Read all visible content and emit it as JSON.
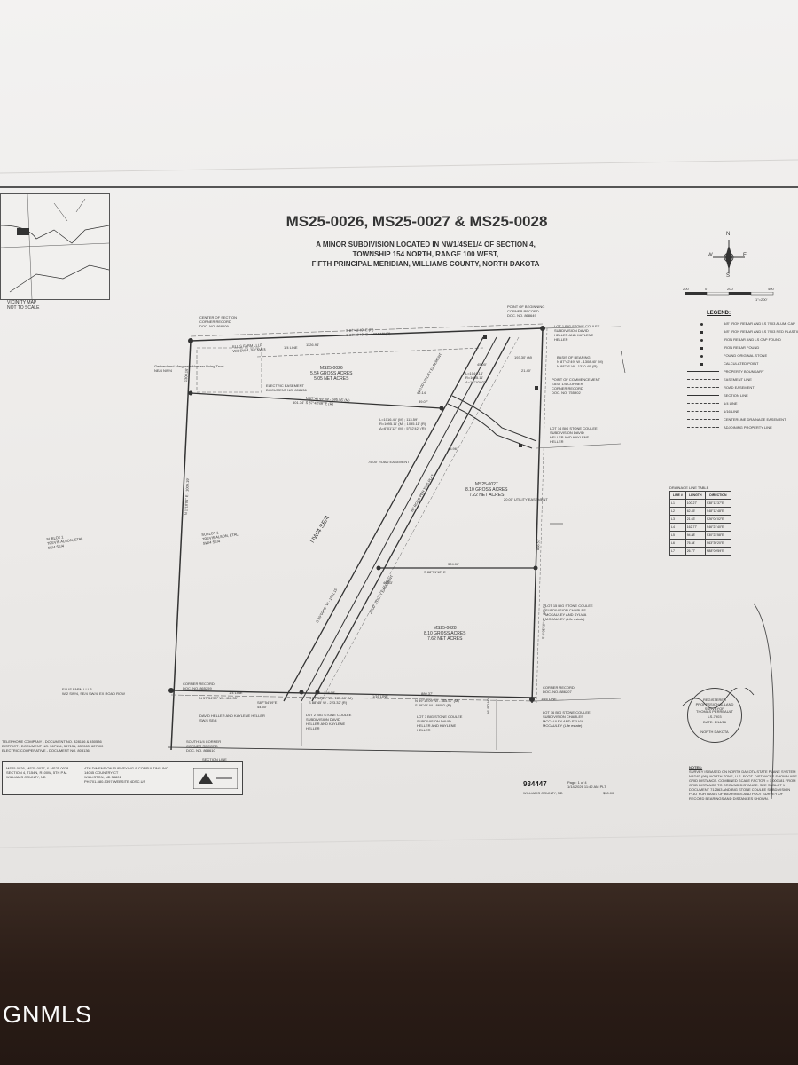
{
  "header": {
    "title": "MS25-0026, MS25-0027 & MS25-0028",
    "subtitle_lines": [
      "A MINOR SUBDIVISION LOCATED IN NW1/4SE1/4 OF SECTION 4,",
      "TOWNSHIP 154 NORTH, RANGE 100 WEST,",
      "FIFTH PRINCIPAL MERIDIAN, WILLIAMS COUNTY, NORTH DAKOTA"
    ]
  },
  "vicinity_map": {
    "label": "VICINITY MAP",
    "sub": "NOT TO SCALE"
  },
  "compass": {
    "n": "N",
    "s": "S",
    "e": "E",
    "w": "W"
  },
  "scale": {
    "ticks": [
      "200",
      "0",
      "200",
      "400"
    ],
    "note": "1\"=200'"
  },
  "legend": {
    "title": "LEGEND:",
    "items": [
      "5/8\" IRON REBAR AND LS 7903 ALUM. CAP",
      "5/8\" IRON REBAR AND LS 7903 RED PLASTIC",
      "IRON REBAR AND LS CAP FOUND",
      "IRON REBAR FOUND",
      "FOUND ORIGINAL STONE",
      "CALCULATED POINT",
      "PROPERTY BOUNDARY",
      "EASEMENT LINE",
      "ROAD EASEMENT",
      "SECTION LINE",
      "1/4 LINE",
      "1/16 LINE",
      "CENTERLINE DRAINAGE EASEMENT",
      "ADJOINING PROPERTY LINE"
    ]
  },
  "drainage_table": {
    "title": "DRAINAGE LINE TABLE",
    "headers": [
      "LINE #",
      "LENGTH",
      "DIRECTION"
    ],
    "rows": [
      [
        "L1",
        "100.27'",
        "S38°13'37\"E"
      ],
      [
        "L2",
        "62.45'",
        "S48°12'48\"E"
      ],
      [
        "L3",
        "21.63'",
        "S26°04'02\"E"
      ],
      [
        "L4",
        "162.77'",
        "S46°21'40\"E"
      ],
      [
        "L5",
        "94.88'",
        "S30°23'58\"E"
      ],
      [
        "L6",
        "76.34'",
        "S63°39'20\"E"
      ],
      [
        "L7",
        "26.77'",
        "N88°09'59\"E"
      ]
    ]
  },
  "parcels": {
    "p26": {
      "name": "MS25-0026",
      "gross": "5.54 GROSS ACRES",
      "net": "5.05 NET ACRES"
    },
    "p27": {
      "name": "MS25-0027",
      "gross": "8.10 GROSS ACRES",
      "net": "7.22 NET ACRES"
    },
    "p28": {
      "name": "MS25-0028",
      "gross": "8.10 GROSS ACRES",
      "net": "7.62 NET ACRES"
    }
  },
  "labels": {
    "nw4_se4": "NW/4 SE/4",
    "quarter_line": "1/4 LINE",
    "sixteenth_line": "1/16 LINE",
    "section_line": "SECTION LINE",
    "center_of_section": "CENTER OF SECTION",
    "corner_record": "CORNER RECORD",
    "doc_center": "DOC. NO. 868609",
    "point_of_beginning": "POINT OF BEGINNING",
    "corner_record_poc": "CORNER RECORD",
    "doc_pob": "DOC. NO. 868649",
    "basis_of_bearing": "BASIS OF BEARING",
    "point_of_commencement": "POINT OF COMMENCEMENT",
    "east_quarter_corner": "EAST 1/4 CORNER",
    "doc_east": "DOC. NO. 755902",
    "electric_easement": "ELECTRIC EASEMENT",
    "electric_doc": "DOCUMENT NO. 808136",
    "ellis_farm_top": "ELLIS FARM LLLP",
    "ellis_farm_top_desc": "W/2 SW/4, S/2 NW/4",
    "ellis_farm_bottom": "ELLIS FARM LLLP",
    "ellis_farm_bottom_desc": "W/2 SW/4, SE/4 SW/4, EX ROAD ROW",
    "gerhard": "Gerhard and Margarete Hoetzer Living Trust",
    "gerhard_desc": "NE/4 NW/4",
    "sublot_a": "SUBLOT 1",
    "sublot_a_owner": "TREVIS ALSON, ETAL",
    "sublot_a_desc": "SE/4 SE/4",
    "sublot_b": "SUBLOT 1",
    "sublot_b_owner": "TREVIS ALSON, ETAL",
    "sublot_b_desc": "SW/4 SE/4",
    "lot1": "LOT 1 BIG STONE COULEE SUBDIVISION DAVID HELLER AND KAYLENE HELLER",
    "lot14": "LOT 14 BIG STONE COULEE SUBDIVISION DAVID HELLER AND KAYLENE HELLER",
    "lot15": "LOT 15 BIG STONE COULEE SUBDIVISION CHARLES MCCAULEY AND SYLVIA MCCAULEY (Life estate)",
    "lot16": "LOT 16 BIG STONE COULEE SUBDIVISION CHARLES MCCAULEY AND SYLVIA MCCAULEY (Life estate)",
    "lot2": "LOT 2 BIG STONE COULEE SUBDIVISION DAVID HELLER AND KAYLENE HELLER",
    "lot3": "LOT 3 BIG STONE COULEE SUBDIVISION DAVID HELLER AND KAYLENE HELLER",
    "david_heller": "DAVID HELLER AND KAYLENE HELLER",
    "david_heller_desc": "SW/4 SE/4",
    "south_corner": "SOUTH 1/4 CORNER",
    "south_doc": "DOC. NO. 868610",
    "corner_record_sw": "CORNER RECORD",
    "doc_sw": "DOC. NO. 865259",
    "corner_record_se": "CORNER RECORD",
    "doc_se": "DOC. NO. 886207",
    "road_easement": "75.00' ROAD EASEMENT",
    "utility_easement_a": "20.00' UTILITY EASEMENT",
    "utility_easement_b": "20.00' UTILITY EASEMENT",
    "utility_easement_c": "20.00' UTILITY EASEMENT",
    "road_per_plat": "66' ROAD PER THIS PLAT",
    "road_tag": "66' ROAD",
    "utilities_note_1": "TELEPHONE COMPANY - DOCUMENT NO. 328166 & 450536",
    "utilities_note_2": "DISTRICT - DOCUMENT NO. 567134, 567131, 632063, 627500",
    "utilities_note_3": "ELECTRIC COOPERATIVE - DOCUMENT NO. 808136"
  },
  "bearings": {
    "north_top": "S 87°42'49\" E (R)",
    "north_top_m": "S 87°42'49\" E - 1324.16' (R)",
    "north_dist": "1126.94'",
    "p26_south": "N 87°42'49\" W - 595.56' (M)",
    "p26_south_r": "S 87°42'49\" E (R)",
    "p26_south_dist": "501.74'",
    "west_line": "N 1°10'01\" E - 1009.19'",
    "west_dist": "1300.16'",
    "east_line": "S 0°05'59\" W - 880.76'",
    "east_dist": "868.53'",
    "mid_line": "S 88°31'12\" E",
    "mid_dist": "324.06'",
    "south_line_m": "N 89°13'09\" W - 865.57' (M)",
    "south_line_r": "S 89°45' W - 860.0' (R)",
    "south_dist": "880.37'",
    "south_left": "N 57°54'59\" W - 416.35'",
    "south_left2": "S87°54'59\"E",
    "south_left_dist": "44.50'",
    "south_small": "124.08'",
    "road_line_a": "S 39°09'00\" W - 1001.15'",
    "road_line_b": "N 57°42'49\" W - 185.68' (M)",
    "road_line_c": "S 88°45' W - 223.32' (R)",
    "curve_a": "L=1016.46' (M) ; 113.59'",
    "curve_b": "R=1095.11' (M) ; 1095.11' (R)",
    "curve_c": "Δ=6°01'12\" (M) ; 5°52'42\" (R)",
    "arc_top": "L=1044.14'",
    "arc_top_r": "R=1095.11'",
    "arc_top_d": "Δ=12°10'02\"",
    "dim_42_14": "42.14'",
    "dim_39_07": "39.07'",
    "dim_45_00": "45.00'",
    "dim_44_53": "44.53'",
    "dim_48_96": "48.96'",
    "dim_21_40": "21.40'",
    "dim_193_30": "193.30' (M)",
    "basis_bearing": "N 87°42'49\" W - 1308.40' (M)",
    "basis_bearing_r": "N 88°26' W - 1310.40' (R)"
  },
  "title_block": {
    "line1": "MS25-0026, MS25-0027, & MS25-0028",
    "line2": "SECTION 4, T154N, R100W, 5TH P.M.",
    "line3": "WILLIAMS COUNTY, ND",
    "company": "4TH DIMENSION SURVEYING & CONSULTING INC.",
    "address": "14045 COUNTRY CT",
    "city": "WILLISTON, ND 58801",
    "phone": "PH 701-580-5397  WEBSITE 4DSC.US"
  },
  "recording": {
    "number": "934447",
    "page": "Page: 1 of 4",
    "county": "WILLIAMS COUNTY, ND",
    "time": "1/14/2026 11:42 AM PLT",
    "fee": "$30.00"
  },
  "seal": {
    "ring_top": "REGISTERED PROFESSIONAL LAND SURVEYOR",
    "name": "THOMAS PERREAULT",
    "number": "LS-7903",
    "date": "DATE: 1/14/26",
    "state": "NORTH DAKOTA"
  },
  "notes": {
    "title": "NOTES:",
    "text": "SURVEY IS BASED ON NORTH DAKOTA STATE PLANE SYSTEM NAD83 (96), NORTH ZONE, U.S. FOOT. DISTANCES SHOWN ARE GRID DISTANCE. COMBINED SCALE FACTOR = 1.000181 FROM GRID DISTANCE TO GROUND DISTANCE. SEE SUBLOT 1 DOCUMENT 712563 AND BIG STONE COULEE SUBDIVISION PLAT FOR BASIS OF BEARINGS AND FOOT SURVEY OF RECORD BEARINGS AND DISTANCES SHOWN."
  },
  "watermark": "GNMLS"
}
